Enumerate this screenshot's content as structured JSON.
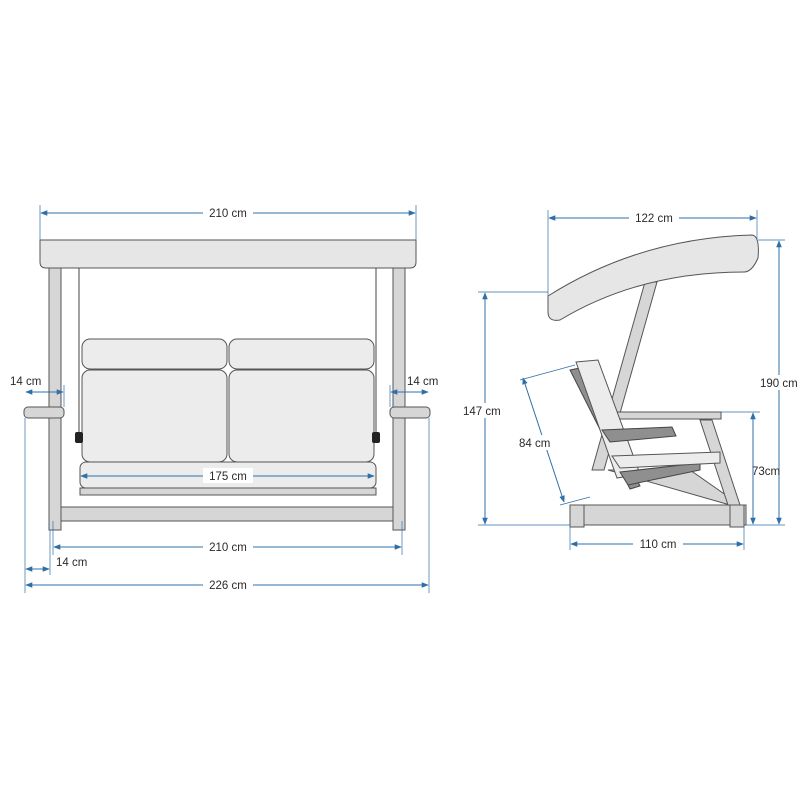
{
  "front_view": {
    "canopy_width": "210 cm",
    "seat_width": "175 cm",
    "frame_inner_width": "210 cm",
    "overall_width": "226 cm",
    "left_arm_width": "14 cm",
    "right_arm_width": "14 cm",
    "leg_offset": "14 cm"
  },
  "side_view": {
    "canopy_depth": "122 cm",
    "total_height": "190 cm",
    "frame_height": "147 cm",
    "backrest_length": "84 cm",
    "seat_height": "73cm",
    "base_depth": "110 cm"
  },
  "colors": {
    "dimension_line": "#2f6fa8",
    "frame": "#d6d6d6",
    "outline": "#555555"
  }
}
